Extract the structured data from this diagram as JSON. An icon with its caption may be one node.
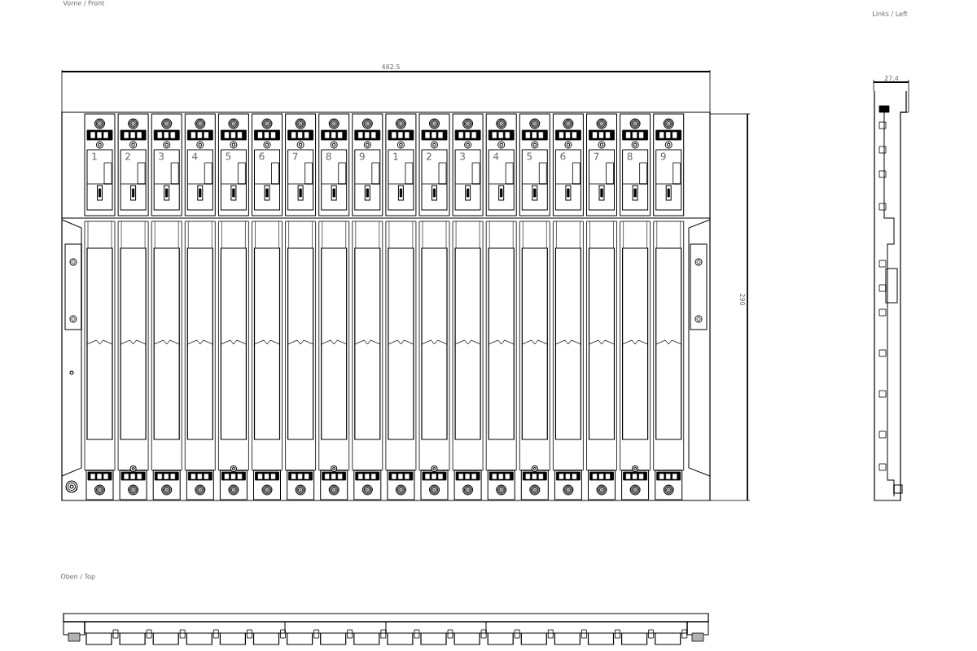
{
  "diagram": {
    "labels": [
      "Vorne / Front",
      "Links / Left",
      "482.5",
      "27.4",
      "1",
      "2",
      "3",
      "4",
      "5",
      "6",
      "7",
      "8",
      "9",
      "1",
      "2",
      "3",
      "4",
      "5",
      "6",
      "7",
      "8",
      "9",
      "290",
      "Oben / Top"
    ]
  }
}
